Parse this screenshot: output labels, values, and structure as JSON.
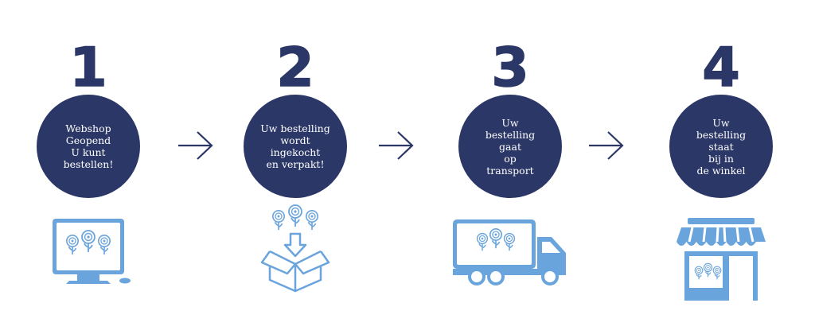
{
  "steps": [
    {
      "number": "1",
      "text": "Webshop\nGeopend\nU kunt\nbestellen!",
      "icon": "computer-flowers-icon"
    },
    {
      "number": "2",
      "text": "Uw bestelling\nwordt\ningekocht\nen verpakt!",
      "icon": "box-flowers-icon"
    },
    {
      "number": "3",
      "text": "Uw\nbestelling\ngaat\nop\ntransport",
      "icon": "truck-icon"
    },
    {
      "number": "4",
      "text": "Uw\nbestelling\nstaat\nbij in\nde winkel",
      "icon": "shop-icon"
    }
  ],
  "colors": {
    "primary": "#2b3766",
    "accent": "#6aa4dc",
    "arrow": "#2b3766"
  }
}
